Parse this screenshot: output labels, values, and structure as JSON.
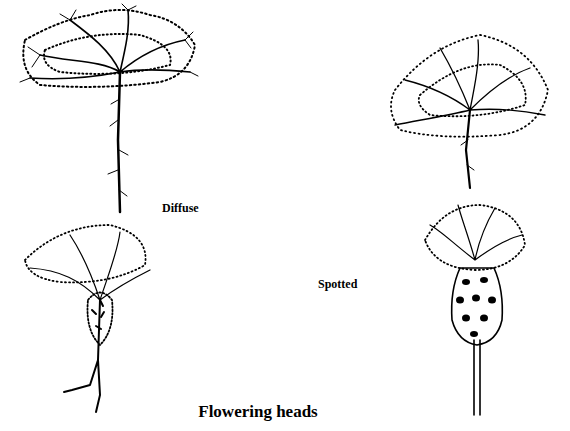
{
  "diagram": {
    "caption": "Flowering heads",
    "labels": [
      "Diffuse",
      "Spotted"
    ]
  }
}
